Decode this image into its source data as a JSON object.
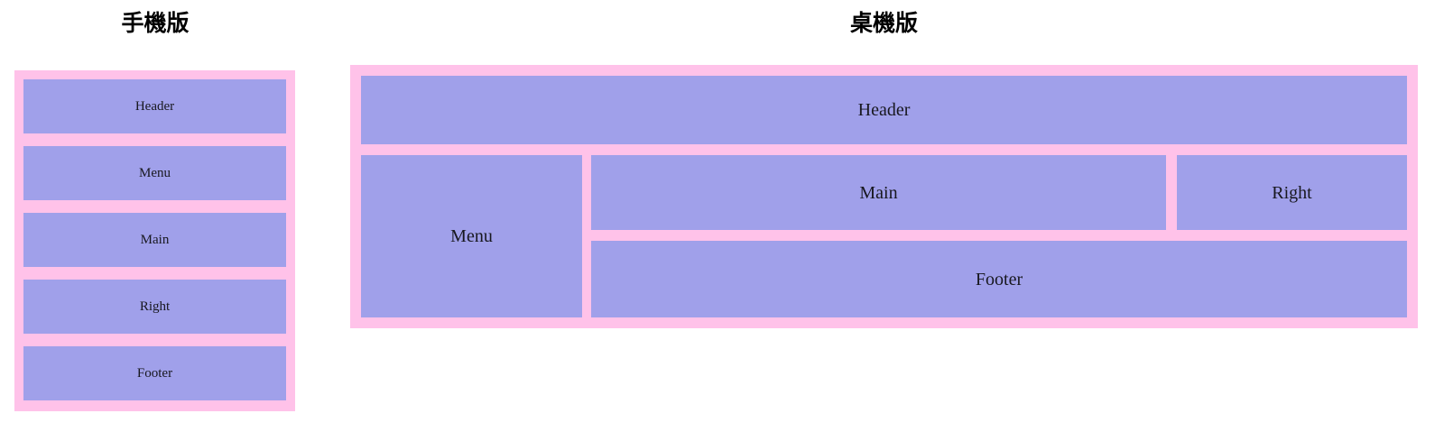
{
  "palette": {
    "frame_pink": "#ffc2e9",
    "cell_purple": "#a0a0ea",
    "label_text": "#18181f",
    "title_text": "#000000",
    "page_background": "#ffffff"
  },
  "mobile": {
    "title": "手機版",
    "cells": [
      {
        "label": "Header"
      },
      {
        "label": "Menu"
      },
      {
        "label": "Main"
      },
      {
        "label": "Right"
      },
      {
        "label": "Footer"
      }
    ]
  },
  "desktop": {
    "title": "桌機版",
    "cells": {
      "header": {
        "label": "Header"
      },
      "menu": {
        "label": "Menu"
      },
      "main": {
        "label": "Main"
      },
      "right": {
        "label": "Right"
      },
      "footer": {
        "label": "Footer"
      }
    }
  }
}
